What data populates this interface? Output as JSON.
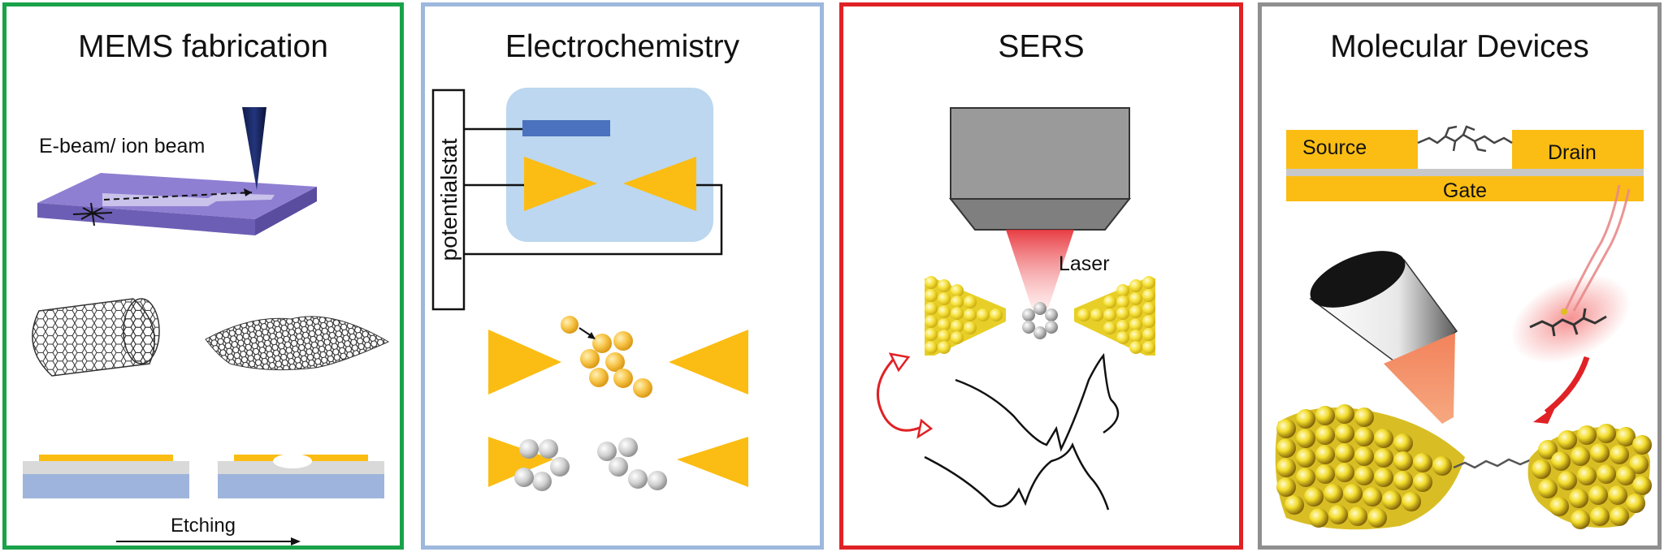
{
  "panels": {
    "mems": {
      "title": "MEMS fabrication",
      "beam_label": "E-beam/ ion beam",
      "etch_label": "Etching"
    },
    "electro": {
      "title": "Electrochemistry",
      "potentiostat_label": "potentialstat"
    },
    "sers": {
      "title": "SERS",
      "laser_label": "Laser"
    },
    "molecular": {
      "title": "Molecular Devices",
      "source_label": "Source",
      "drain_label": "Drain",
      "gate_label": "Gate"
    }
  },
  "colors": {
    "mems_border": "#19a24a",
    "electro_border": "#9db8dc",
    "sers_border": "#e02125",
    "molecular_border": "#8f8f8f",
    "gold": "#fbbd13",
    "substrate_blue": "#9eb4dc",
    "wafer_purple": "#8f7fd2",
    "electrolyte_blue": "#bcd7ef"
  }
}
